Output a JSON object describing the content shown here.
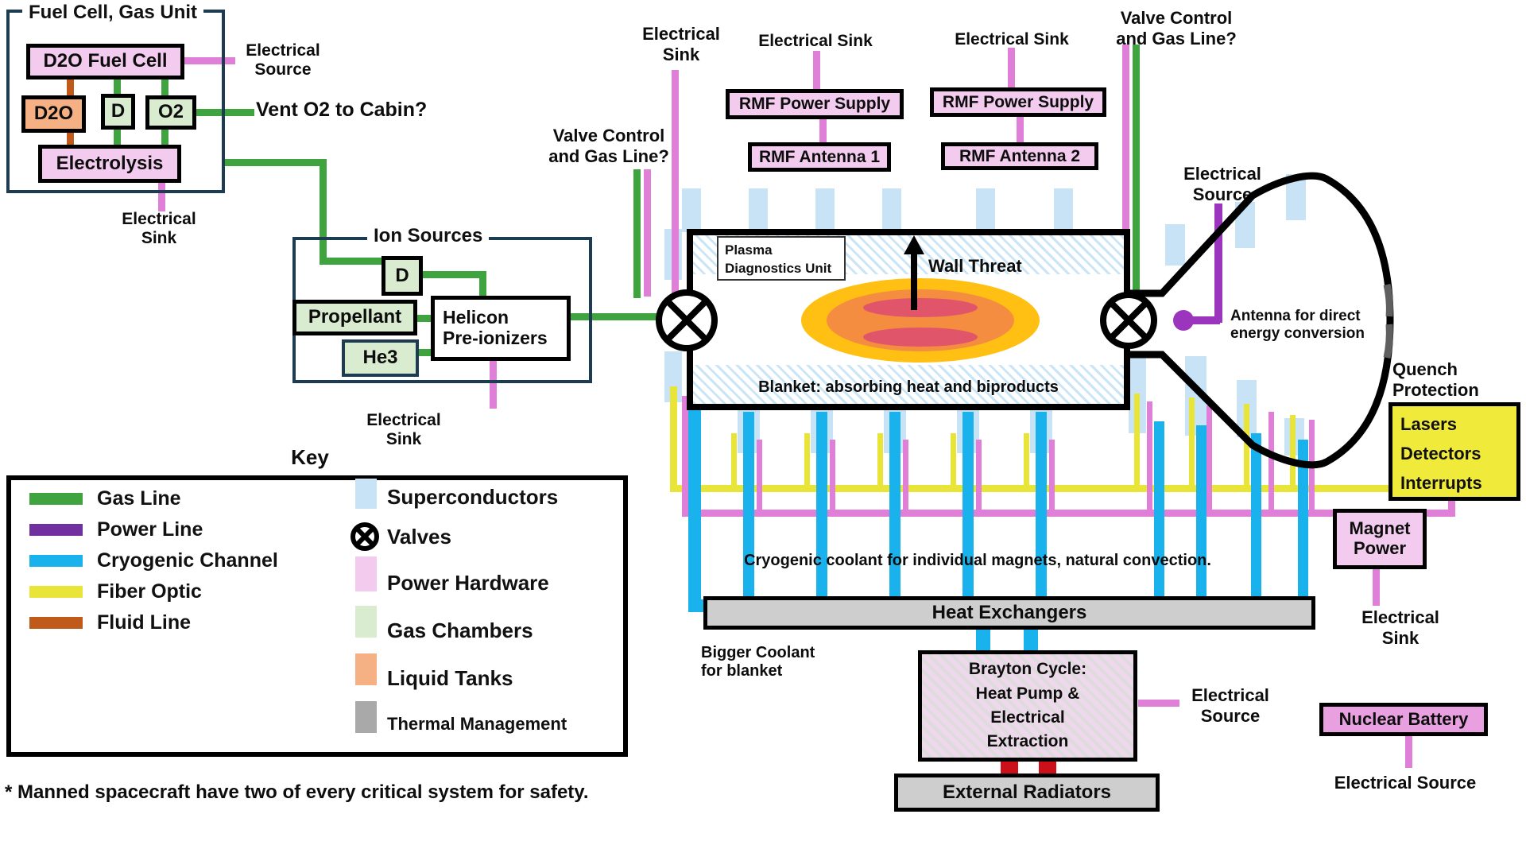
{
  "colors": {
    "gas": "#3fa43f",
    "power_legend": "#7030a0",
    "pink": "#e07fd8",
    "cyan": "#1ab2ec",
    "yellow": "#e9e438",
    "fluid": "#c05a1a",
    "superconductor": "#c9e3f6",
    "power_hw": "#f2cbee",
    "gas_chamber": "#d9ecd0",
    "liquid_tank": "#f5b183",
    "thermal": "#a9a9a9",
    "purple": "#9c35bd",
    "red": "#cc1019",
    "gray_box": "#cecece",
    "quench_yellow": "#f0ea3b"
  },
  "fuel_unit": {
    "title": "Fuel Cell, Gas Unit",
    "fuel_cell": "D2O Fuel Cell",
    "d2o": "D2O",
    "d": "D",
    "o2": "O2",
    "electrolysis": "Electrolysis",
    "electrical_source": "Electrical\nSource",
    "vent": "Vent O2 to Cabin?",
    "electrical_sink": "Electrical\nSink"
  },
  "ion_sources": {
    "title": "Ion Sources",
    "d": "D",
    "propellant": "Propellant",
    "he3": "He3",
    "helicon": "Helicon\nPre-ionizers",
    "electrical_sink": "Electrical\nSink"
  },
  "key": {
    "title": "Key",
    "line_items": [
      {
        "label": "Gas Line",
        "color": "#3fa43f"
      },
      {
        "label": "Power Line",
        "color": "#7030a0"
      },
      {
        "label": "Cryogenic Channel",
        "color": "#1ab2ec"
      },
      {
        "label": "Fiber Optic",
        "color": "#e9e438"
      },
      {
        "label": "Fluid Line",
        "color": "#c05a1a"
      }
    ],
    "box_items": [
      {
        "label": "Superconductors",
        "color": "#c9e3f6"
      },
      {
        "label": "Valves",
        "color": "#000000"
      },
      {
        "label": "Power Hardware",
        "color": "#f2cbee"
      },
      {
        "label": "Gas Chambers",
        "color": "#d9ecd0"
      },
      {
        "label": "Liquid Tanks",
        "color": "#f5b183"
      },
      {
        "label": "Thermal Management",
        "color": "#a9a9a9"
      }
    ]
  },
  "reactor": {
    "valve_control_left": "Valve Control\nand Gas Line?",
    "electrical_sink_left": "Electrical\nSink",
    "rmf_sink_1": "Electrical Sink",
    "rmf_ps_1": "RMF Power Supply",
    "rmf_ant_1": "RMF Antenna 1",
    "rmf_sink_2": "Electrical Sink",
    "rmf_ps_2": "RMF Power Supply",
    "rmf_ant_2": "RMF Antenna 2",
    "valve_control_right": "Valve Control\nand Gas Line?",
    "pdu": "Plasma\nDiagnostics Unit",
    "wall_threat": "Wall Threat",
    "blanket": "Blanket: absorbing heat and biproducts",
    "antenna_source": "Electrical\nSource",
    "antenna_label": "Antenna for direct\nenergy conversion"
  },
  "quench": {
    "title": "Quench\nProtection",
    "items": [
      "Lasers",
      "Detectors",
      "Interrupts"
    ]
  },
  "magnet_power": {
    "label": "Magnet\nPower",
    "sink": "Electrical\nSink"
  },
  "cooling": {
    "cryo_note": "Cryogenic coolant for individual magnets, natural convection.",
    "bigger_coolant": "Bigger Coolant\nfor blanket",
    "heat_exchangers": "Heat Exchangers",
    "brayton": "Brayton Cycle:\nHeat Pump &\nElectrical\nExtraction",
    "brayton_source": "Electrical\nSource",
    "external_radiators": "External Radiators"
  },
  "battery": {
    "label": "Nuclear Battery",
    "source": "Electrical Source"
  },
  "footnote": "* Manned spacecraft have two of every critical system for safety."
}
